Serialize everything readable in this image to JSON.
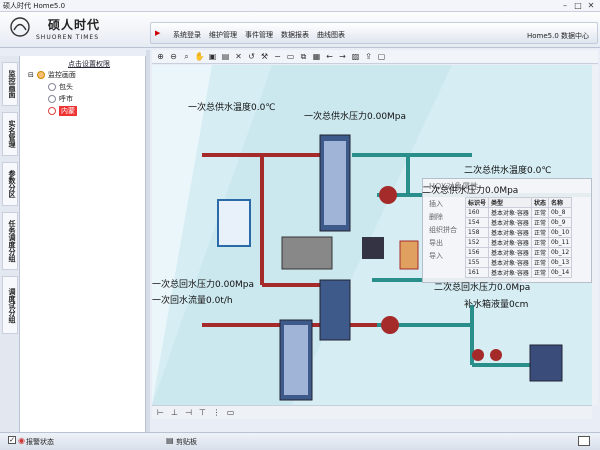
{
  "window": {
    "title": "硕人时代 Home5.0"
  },
  "logo": {
    "cn": "硕人时代",
    "en": "SHUOREN TIMES"
  },
  "menu": {
    "items": [
      "系统登录",
      "维护管理",
      "事件管理",
      "数据报表",
      "曲线图表"
    ],
    "version": "Home5.0 数据中心"
  },
  "sidebar": {
    "tabs": [
      "监控画面",
      "实名管理",
      "参数分区",
      "任务调度分组",
      "调度试分组"
    ],
    "hint": "点击设置权限",
    "tree": {
      "root": "监控画面",
      "children": [
        "包头",
        "呼市",
        "内蒙"
      ]
    }
  },
  "canvas": {
    "labels": {
      "primary_supply_temp": "一次总供水温度0.0℃",
      "primary_supply_pressure": "一次总供水压力0.00Mpa",
      "secondary_supply_temp": "二次总供水温度0.0℃",
      "secondary_supply_pressure": "二次总供水压力0.0Mpa",
      "primary_return_pressure": "一次总回水压力0.00Mpa",
      "primary_return_flow": "一次回水流量0.0t/h",
      "secondary_return_pressure": "二次总回水压力0.0Mpa",
      "tank_level": "补水箱液量0cm"
    },
    "overlay": {
      "title": "HOX对象属性",
      "side": [
        "插入",
        "删除",
        "组织拼合",
        "导出",
        "导入"
      ],
      "columns": [
        "标识号",
        "类型",
        "状态",
        "名称"
      ],
      "rows": [
        [
          "160",
          "基本对象·容器",
          "正常",
          "0b_8"
        ],
        [
          "154",
          "基本对象·容器",
          "正常",
          "0b_9"
        ],
        [
          "158",
          "基本对象·容器",
          "正常",
          "0b_10"
        ],
        [
          "152",
          "基本对象·容器",
          "正常",
          "0b_11"
        ],
        [
          "156",
          "基本对象·容器",
          "正常",
          "0b_12"
        ],
        [
          "155",
          "基本对象·容器",
          "正常",
          "0b_13"
        ],
        [
          "161",
          "基本对象·容器",
          "正常",
          "0b_14"
        ]
      ]
    }
  },
  "status": {
    "alarm": "报警状态",
    "clipboard": "剪贴板"
  },
  "colors": {
    "pipe_red": "#a52a2a",
    "pipe_teal": "#2a8f8a",
    "selected": "#e33333"
  }
}
